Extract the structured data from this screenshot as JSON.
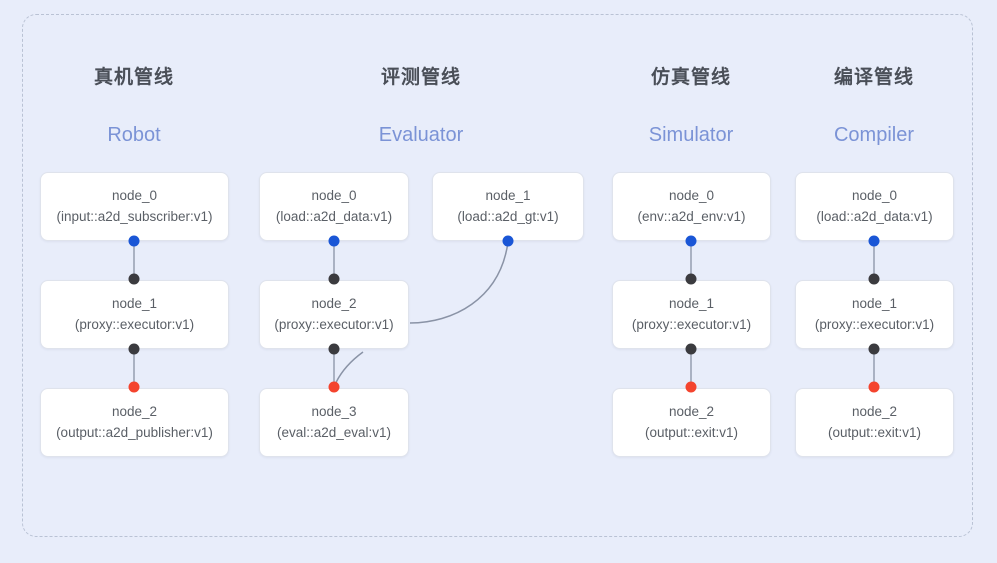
{
  "diagram": {
    "background_color": "#e8edfa",
    "frame": {
      "border_color": "#b9c2d4",
      "style": "dashed"
    },
    "colors": {
      "title": "#4a4f58",
      "subtitle": "#7b93d6",
      "node_text": "#5a5f66",
      "node_border": "#dfe3ec",
      "port_source": "#1a56d6",
      "port_neutral": "#3b3b3f",
      "port_sink": "#f4442e",
      "edge": "#8a93a6"
    },
    "columns": [
      {
        "id": "robot",
        "title": "真机管线",
        "subtitle": "Robot",
        "nodes": [
          {
            "name": "node_0",
            "type": "(input::a2d_subscriber:v1)"
          },
          {
            "name": "node_1",
            "type": "(proxy::executor:v1)"
          },
          {
            "name": "node_2",
            "type": "(output::a2d_publisher:v1)"
          }
        ]
      },
      {
        "id": "evaluator",
        "title": "评测管线",
        "subtitle": "Evaluator",
        "nodes": [
          {
            "name": "node_0",
            "type": "(load::a2d_data:v1)"
          },
          {
            "name": "node_1",
            "type": "(load::a2d_gt:v1)"
          },
          {
            "name": "node_2",
            "type": "(proxy::executor:v1)"
          },
          {
            "name": "node_3",
            "type": "(eval::a2d_eval:v1)"
          }
        ]
      },
      {
        "id": "simulator",
        "title": "仿真管线",
        "subtitle": "Simulator",
        "nodes": [
          {
            "name": "node_0",
            "type": "(env::a2d_env:v1)"
          },
          {
            "name": "node_1",
            "type": "(proxy::executor:v1)"
          },
          {
            "name": "node_2",
            "type": "(output::exit:v1)"
          }
        ]
      },
      {
        "id": "compiler",
        "title": "编译管线",
        "subtitle": "Compiler",
        "nodes": [
          {
            "name": "node_0",
            "type": "(load::a2d_data:v1)"
          },
          {
            "name": "node_1",
            "type": "(proxy::executor:v1)"
          },
          {
            "name": "node_2",
            "type": "(output::exit:v1)"
          }
        ]
      }
    ]
  }
}
